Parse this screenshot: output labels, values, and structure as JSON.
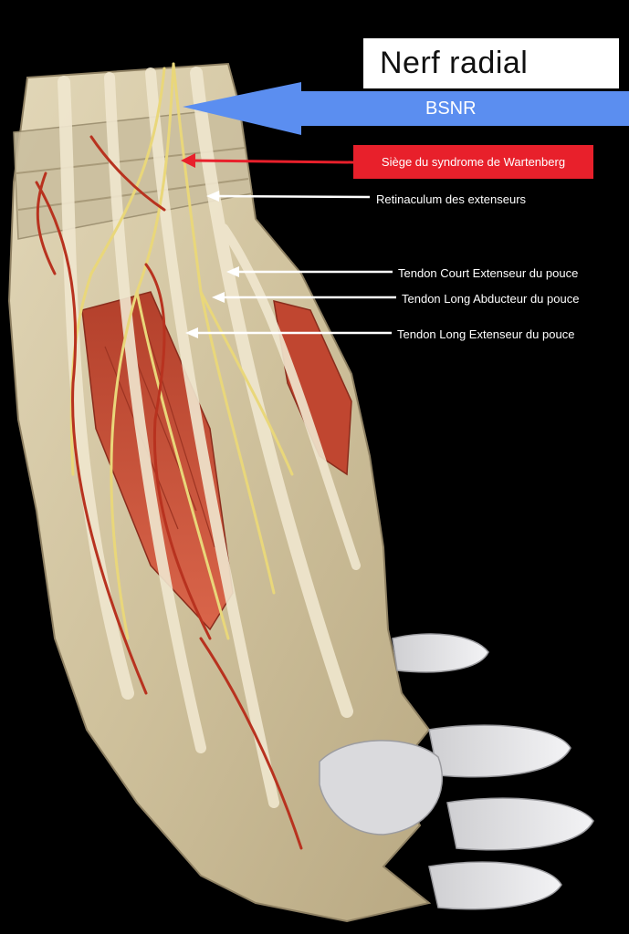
{
  "title": "Nerf radial",
  "arrow_label": "BSNR",
  "highlight_label": "Siège du syndrome de Wartenberg",
  "labels": {
    "retinaculum": "Retinaculum des extenseurs",
    "court_extenseur": "Tendon Court Extenseur du pouce",
    "long_abducteur": "Tendon Long Abducteur du pouce",
    "long_extenseur": "Tendon Long Extenseur du pouce"
  },
  "colors": {
    "background": "#000000",
    "arrow_blue": "#5b8ef0",
    "highlight_red": "#e8202b",
    "nerve_yellow": "#e9d77a",
    "tendon": "#d8cdb0",
    "muscle": "#c24a34",
    "artery": "#b8321f",
    "nail": "#e4e4e6"
  }
}
